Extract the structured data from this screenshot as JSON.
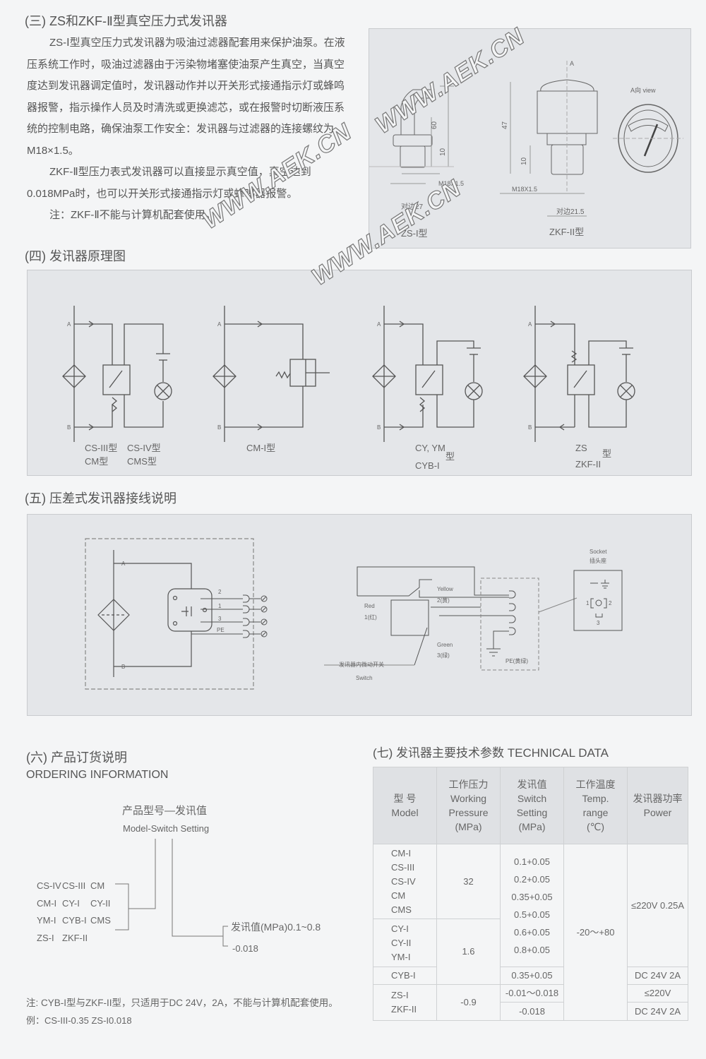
{
  "section3": {
    "title": "(三) ZS和ZKF-Ⅱ型真空压力式发讯器",
    "para1": "ZS-Ⅰ型真空压力式发讯器为吸油过滤器配套用来保护油泵。在液压系统工作时，吸油过滤器由于污染物堵塞使油泵产生真空，当真空度达到发讯器调定值时，发讯器动作并以开关形式接通指示灯或蜂鸣器报警，指示操作人员及时清洗或更换滤芯，或在报警时切断液压系统的控制电路，确保油泵工作安全：发讯器与过滤器的连接螺纹为M18×1.5。",
    "para2": "ZKF-Ⅱ型压力表式发讯器可以直接显示真空值，真空达到0.018MPa时，也可以开关形式接通指示灯或蜂鸣器报警。",
    "note": "注：ZKF-Ⅱ不能与计算机配套使用。"
  },
  "dimension_drawing": {
    "zs": {
      "label": "ZS-I型",
      "height": "60",
      "thread_len": "10",
      "thread": "M18X1.5",
      "hex": "对边27"
    },
    "zkf": {
      "label": "ZKF-II型",
      "height": "47",
      "thread_len": "10",
      "thread": "M18X1.5",
      "hex": "对边21.5",
      "arrow": "A"
    },
    "view_label": "A向   view"
  },
  "section4": {
    "title": "(四) 发讯器原理图",
    "port_a": "A",
    "port_b": "B",
    "diagrams": [
      {
        "label1": "CS-III型",
        "label2": "CM型",
        "label3": "CS-IV型",
        "label4": "CMS型"
      },
      {
        "label1": "CM-I型"
      },
      {
        "label1": "CY, YM",
        "label2": "CYB-I",
        "suffix": "型"
      },
      {
        "label1": "ZS",
        "label2": "ZKF-II",
        "suffix": "型"
      }
    ]
  },
  "section5": {
    "title": "(五) 压差式发讯器接线说明",
    "terminals": [
      "2",
      "1",
      "3",
      "PE"
    ],
    "yellow": "Yellow",
    "yellow_cn": "2(黄)",
    "red": "Red",
    "red_cn": "1(红)",
    "green": "Green",
    "green_cn": "3(绿)",
    "pe": "PE(黄绿)",
    "switch_cn": "发讯器内微动开关",
    "switch_en": "Switch",
    "socket_en": "Socket",
    "socket_cn": "插头座",
    "socket_pins": [
      "1",
      "2",
      "3"
    ]
  },
  "section6": {
    "title": "(六) 产品订货说明",
    "title_en": "ORDERING INFORMATION",
    "format_cn": "产品型号—发讯值",
    "format_en": "Model-Switch Setting",
    "models": [
      [
        "CS-IV",
        "CS-III",
        "CM"
      ],
      [
        "CM-I",
        "CY-I",
        "CY-II"
      ],
      [
        "YM-I",
        "CYB-I",
        "CMS"
      ],
      [
        "ZS-I",
        "ZKF-II",
        ""
      ]
    ],
    "setting1": "发讯值(MPa)0.1~0.8",
    "setting2": "-0.018",
    "note": "注: CYB-I型与ZKF-II型，只适用于DC 24V，2A，不能与计算机配套使用。",
    "example": "例：CS-III-0.35  ZS-I0.018"
  },
  "section7": {
    "title": "(七) 发讯器主要技术参数  TECHNICAL DATA",
    "headers": {
      "model": [
        "型 号",
        "Model"
      ],
      "pressure": [
        "工作压力",
        "Working",
        "Pressure",
        "(MPa)"
      ],
      "switch": [
        "发讯值",
        "Switch",
        "Setting",
        "(MPa)"
      ],
      "temp": [
        "工作温度",
        "Temp.",
        "range",
        "(℃)"
      ],
      "power": [
        "发讯器功率",
        "Power"
      ]
    },
    "group1_models": [
      "CM-I",
      "CS-III",
      "CS-IV",
      "CM",
      "CMS"
    ],
    "group1_pressure": "32",
    "group12_switch": [
      "0.1+0.05",
      "0.2+0.05",
      "0.35+0.05",
      "0.5+0.05",
      "0.6+0.05",
      "0.8+0.05"
    ],
    "temp": "-20～+80",
    "group12_power": "≤220V 0.25A",
    "group2_models": [
      "CY-I",
      "CY-II",
      "YM-I"
    ],
    "group2_pressure": "1.6",
    "cyb_model": "CYB-I",
    "cyb_switch": "0.35+0.05",
    "cyb_power": "DC 24V 2A",
    "zs_models": [
      "ZS-I",
      "ZKF-II"
    ],
    "zs_pressure": "-0.9",
    "zs_switch": "-0.01～0.018",
    "zs_power": "≤220V",
    "zkf_switch": "-0.018",
    "zkf_power": "DC 24V 2A"
  },
  "watermark": "WWW.AEK.CN"
}
